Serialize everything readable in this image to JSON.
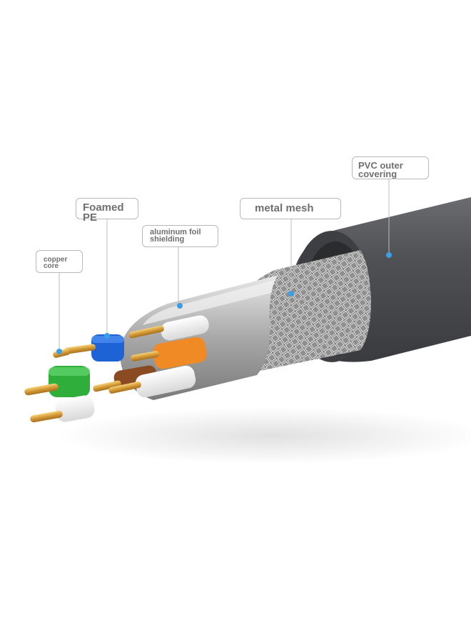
{
  "labels": {
    "pvc": {
      "line1": "PVC outer",
      "line2": "covering"
    },
    "metal_mesh": {
      "text": "metal mesh"
    },
    "foamed_pe": {
      "line1": "Foamed",
      "line2": "PE"
    },
    "aluminum_foil": {
      "line1": "aluminum foil",
      "line2": "shielding"
    },
    "copper_core": {
      "line1": "copper",
      "line2": "core"
    }
  },
  "colors": {
    "jacket": "#4b4d50",
    "label_text": "#6f6f6f",
    "marker": "#3aa0e6",
    "copper": "#d9a441",
    "blue_insulation": "#1e63d6",
    "green_insulation": "#2fae3c",
    "orange_insulation": "#f08a24"
  }
}
